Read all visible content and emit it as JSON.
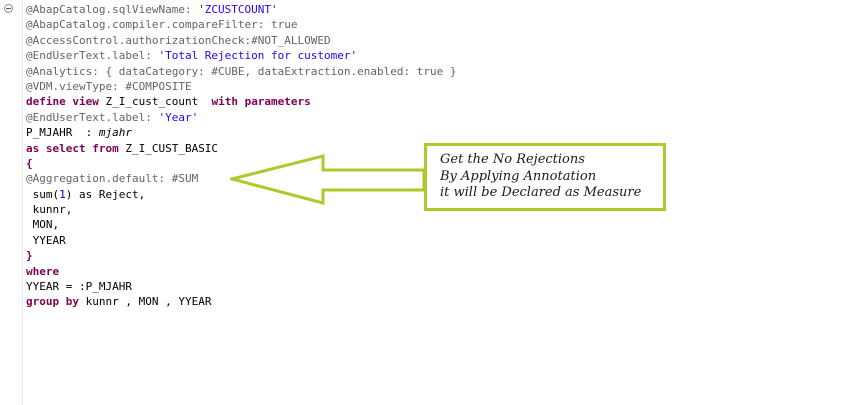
{
  "editor": {
    "lines": [
      [
        {
          "c": "ann",
          "t": "@AbapCatalog.sqlViewName: "
        },
        {
          "c": "str",
          "t": "'ZCUSTCOUNT'"
        }
      ],
      [
        {
          "c": "ann",
          "t": "@AbapCatalog.compiler.compareFilter: true"
        }
      ],
      [
        {
          "c": "ann",
          "t": "@AccessControl.authorizationCheck:#NOT_ALLOWED"
        }
      ],
      [
        {
          "c": "ann",
          "t": "@EndUserText.label: "
        },
        {
          "c": "str",
          "t": "'Total Rejection for customer'"
        }
      ],
      [
        {
          "c": "ann",
          "t": "@Analytics: { dataCategory: #CUBE, dataExtraction.enabled: true }"
        }
      ],
      [
        {
          "c": "ann",
          "t": "@VDM.viewType: #COMPOSITE"
        }
      ],
      [
        {
          "c": "kw",
          "t": "define view"
        },
        {
          "c": "plain",
          "t": " Z_I_cust_count  "
        },
        {
          "c": "kw",
          "t": "with parameters"
        }
      ],
      [
        {
          "c": "ann",
          "t": "@EndUserText.label: "
        },
        {
          "c": "str",
          "t": "'Year'"
        }
      ],
      [
        {
          "c": "plain",
          "t": "P_MJAHR  : "
        },
        {
          "c": "it",
          "t": "mjahr"
        }
      ],
      [
        {
          "c": "kw",
          "t": "as select from"
        },
        {
          "c": "plain",
          "t": " Z_I_CUST_BASIC"
        }
      ],
      [
        {
          "c": "kw",
          "t": "{"
        }
      ],
      [
        {
          "c": "ann",
          "t": "@Aggregation.default: #SUM"
        }
      ],
      [
        {
          "c": "plain",
          "t": " sum("
        },
        {
          "c": "num",
          "t": "1"
        },
        {
          "c": "plain",
          "t": ") as Reject,"
        }
      ],
      [
        {
          "c": "plain",
          "t": " kunnr,"
        }
      ],
      [
        {
          "c": "plain",
          "t": " MON,"
        }
      ],
      [
        {
          "c": "plain",
          "t": " YYEAR"
        }
      ],
      [
        {
          "c": "kw",
          "t": "}"
        }
      ],
      [
        {
          "c": "kw",
          "t": "where"
        }
      ],
      [
        {
          "c": "plain",
          "t": "YYEAR = :P_MJAHR"
        }
      ],
      [
        {
          "c": "kw",
          "t": "group by"
        },
        {
          "c": "plain",
          "t": " kunnr , MON , YYEAR"
        }
      ]
    ]
  },
  "callout": {
    "line1": "Get the No Rejections",
    "line2": "By Applying Annotation",
    "line3": "it will be Declared as Measure",
    "border_color": "#a8cc2a"
  },
  "gutter": {
    "fold_icon": "collapse-circle-icon"
  }
}
